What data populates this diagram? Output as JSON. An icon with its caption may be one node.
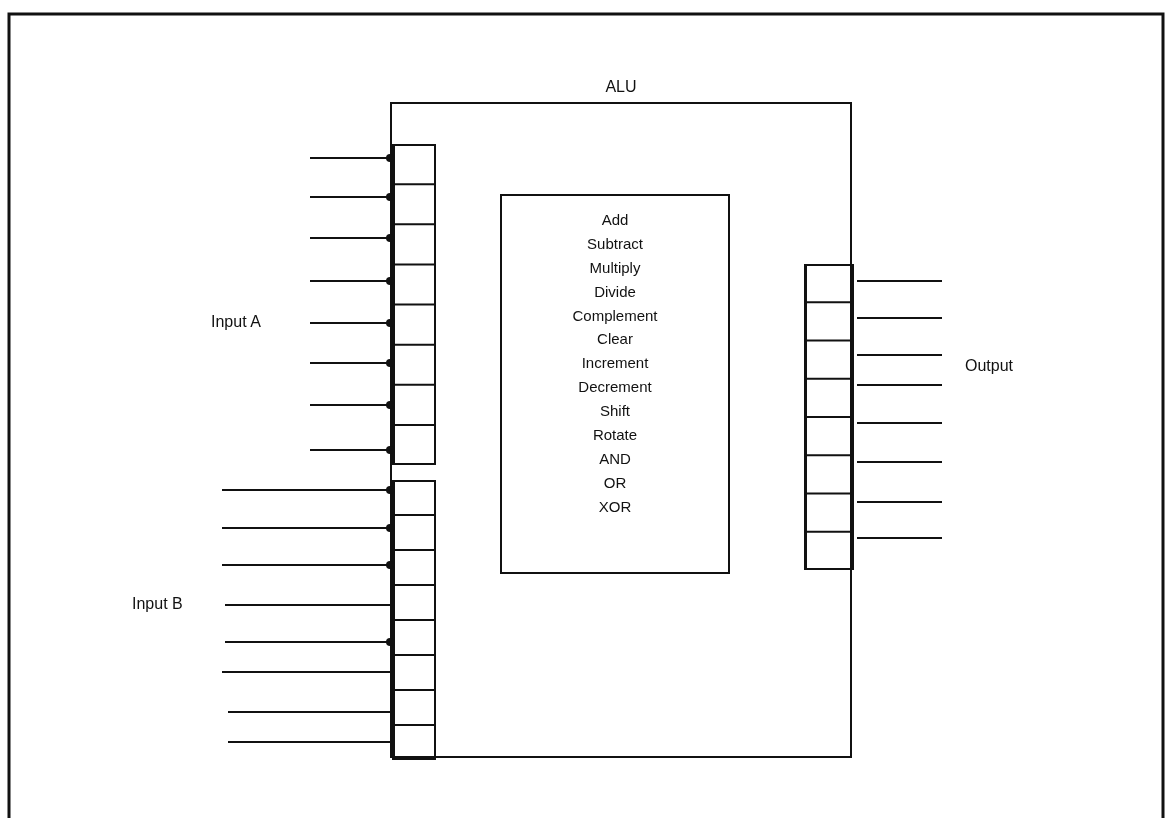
{
  "diagram": {
    "nodes": [
      {
        "text": [
          "ALU"
        ]
      },
      {
        "text": [],
        "shape": "box",
        "in": 0
      },
      {
        "text": [],
        "shape": "box",
        "in": 0
      },
      {
        "text": [
          "Add",
          "Subtract",
          "Multiply",
          "Divide",
          "Complement",
          "Clear",
          "Increment",
          "Decrement",
          "Shift",
          "Rotate",
          "AND",
          "OR",
          "XOR"
        ],
        "in": 0
      },
      {
        "text": [],
        "shape": "box",
        "in": 0
      }
    ],
    "edges": [
      {
        "from": null,
        "to": 1,
        "arrow": "other"
      },
      {
        "from": null,
        "to": 1,
        "arrow": "other"
      },
      {
        "from": null,
        "to": 1,
        "arrow": "other"
      },
      {
        "from": null,
        "to": 1,
        "arrow": "other"
      },
      {
        "from": null,
        "to": 1,
        "arrow": "other"
      },
      {
        "from": null,
        "to": 1,
        "arrow": "other"
      },
      {
        "from": null,
        "to": 1,
        "arrow": "other"
      },
      {
        "from": null,
        "to": 1,
        "arrow": "other"
      },
      {
        "from": null,
        "to": 2,
        "arrow": "other"
      },
      {
        "from": null,
        "to": 2,
        "arrow": "other"
      },
      {
        "from": null,
        "to": 2,
        "arrow": "other"
      },
      {
        "from": null,
        "to": 2,
        "arrow": "none"
      },
      {
        "from": null,
        "to": 2,
        "arrow": "other"
      },
      {
        "from": null,
        "to": 2,
        "arrow": "none"
      },
      {
        "from": null,
        "to": 2,
        "arrow": "none"
      },
      {
        "from": null,
        "to": 2,
        "arrow": "none"
      },
      {
        "from": 4,
        "to": null,
        "arrow": "none"
      },
      {
        "from": 4,
        "to": null,
        "arrow": "none"
      },
      {
        "from": 4,
        "to": null,
        "arrow": "none"
      },
      {
        "from": 4,
        "to": null,
        "arrow": "none"
      },
      {
        "from": 4,
        "to": null,
        "arrow": "none"
      },
      {
        "from": 4,
        "to": null,
        "arrow": "none"
      },
      {
        "from": 4,
        "to": null,
        "arrow": "none"
      },
      {
        "from": 4,
        "to": null,
        "arrow": "none"
      }
    ],
    "labels": [
      "Input A",
      "Output",
      "Input B"
    ]
  }
}
